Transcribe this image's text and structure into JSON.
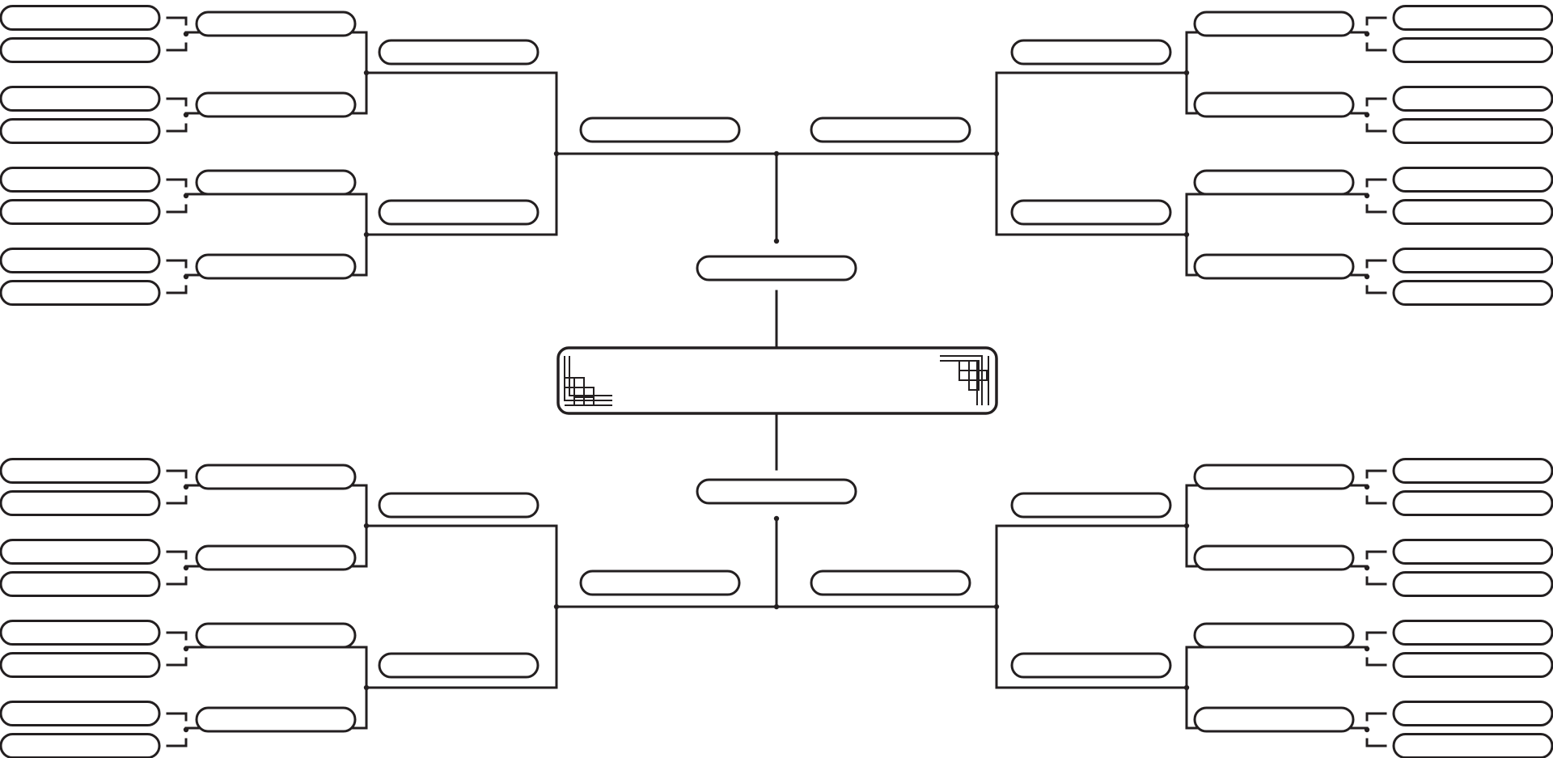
{
  "bracket": {
    "theme": {
      "line_color": "#231f20",
      "background": "#ffffff"
    },
    "quadrants": [
      {
        "id": "top-left",
        "rounds": [
          {
            "name": "",
            "entrants": [
              "",
              "",
              "",
              "",
              "",
              "",
              "",
              "",
              "",
              "",
              "",
              "",
              "",
              "",
              "",
              ""
            ]
          },
          {
            "name": "",
            "entrants": [
              "",
              "",
              "",
              "",
              "",
              "",
              "",
              ""
            ]
          },
          {
            "name": "",
            "entrants": [
              "",
              "",
              "",
              ""
            ]
          },
          {
            "name": "",
            "entrants": [
              "",
              ""
            ]
          },
          {
            "name": "",
            "entrants": [
              ""
            ]
          }
        ]
      },
      {
        "id": "top-right",
        "rounds": [
          {
            "name": "",
            "entrants": [
              "",
              "",
              "",
              "",
              "",
              "",
              "",
              "",
              "",
              "",
              "",
              "",
              "",
              "",
              "",
              ""
            ]
          },
          {
            "name": "",
            "entrants": [
              "",
              "",
              "",
              "",
              "",
              "",
              "",
              ""
            ]
          },
          {
            "name": "",
            "entrants": [
              "",
              "",
              "",
              ""
            ]
          },
          {
            "name": "",
            "entrants": [
              "",
              ""
            ]
          },
          {
            "name": "",
            "entrants": [
              ""
            ]
          }
        ]
      },
      {
        "id": "bottom-left",
        "rounds": [
          {
            "name": "",
            "entrants": [
              "",
              "",
              "",
              "",
              "",
              "",
              "",
              "",
              "",
              "",
              "",
              "",
              "",
              "",
              "",
              ""
            ]
          },
          {
            "name": "",
            "entrants": [
              "",
              "",
              "",
              "",
              "",
              "",
              "",
              ""
            ]
          },
          {
            "name": "",
            "entrants": [
              "",
              "",
              "",
              ""
            ]
          },
          {
            "name": "",
            "entrants": [
              "",
              ""
            ]
          },
          {
            "name": "",
            "entrants": [
              ""
            ]
          }
        ]
      },
      {
        "id": "bottom-right",
        "rounds": [
          {
            "name": "",
            "entrants": [
              "",
              "",
              "",
              "",
              "",
              "",
              "",
              "",
              "",
              "",
              "",
              "",
              "",
              "",
              "",
              ""
            ]
          },
          {
            "name": "",
            "entrants": [
              "",
              "",
              "",
              "",
              "",
              "",
              "",
              ""
            ]
          },
          {
            "name": "",
            "entrants": [
              "",
              "",
              "",
              ""
            ]
          },
          {
            "name": "",
            "entrants": [
              "",
              ""
            ]
          },
          {
            "name": "",
            "entrants": [
              ""
            ]
          }
        ]
      }
    ],
    "champion": {
      "label": "",
      "decoration": "corner-ornament"
    }
  }
}
